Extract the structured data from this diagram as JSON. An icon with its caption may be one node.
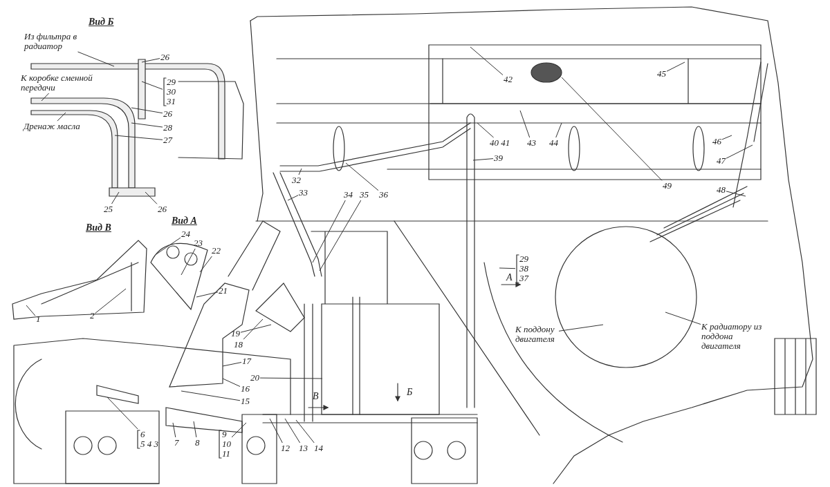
{
  "diagram": {
    "nodes": [
      {
        "text": [
          "Из фильтра в радиатор"
        ]
      },
      {
        "text": [
          "26"
        ]
      },
      {
        "text": [
          "К коробке сменной передачи"
        ]
      },
      {
        "text": [
          "29",
          "30",
          "31"
        ]
      },
      {
        "text": [
          "26"
        ]
      },
      {
        "text": [
          "Дренаж масла"
        ]
      },
      {
        "text": [
          "28"
        ]
      },
      {
        "text": [
          "27"
        ]
      },
      {
        "text": [
          "25"
        ]
      },
      {
        "text": [
          "26"
        ]
      },
      {
        "text": [
          "24"
        ]
      },
      {
        "text": [
          "23"
        ]
      },
      {
        "text": [
          "22"
        ]
      },
      {
        "text": [
          "21"
        ]
      },
      {
        "text": [
          "1"
        ]
      },
      {
        "text": [
          "2"
        ]
      },
      {
        "text": [
          "6",
          "5 4 3"
        ]
      },
      {
        "text": [
          "7"
        ]
      },
      {
        "text": [
          "8"
        ]
      },
      {
        "text": [
          "9",
          "10",
          "11"
        ]
      },
      {
        "text": [
          "12"
        ]
      },
      {
        "text": [
          "13"
        ]
      },
      {
        "text": [
          "14"
        ]
      },
      {
        "text": [
          "19"
        ]
      },
      {
        "text": [
          "18"
        ]
      },
      {
        "text": [
          "17"
        ]
      },
      {
        "text": [
          "20"
        ]
      },
      {
        "text": [
          "16"
        ]
      },
      {
        "text": [
          "15"
        ]
      },
      {
        "text": [
          "32"
        ]
      },
      {
        "text": [
          "33"
        ]
      },
      {
        "text": [
          "34"
        ]
      },
      {
        "text": [
          "35"
        ]
      },
      {
        "text": [
          "36"
        ]
      },
      {
        "text": [
          "39"
        ]
      },
      {
        "text": [
          "40 41"
        ]
      },
      {
        "text": [
          "42"
        ]
      },
      {
        "text": [
          "43"
        ]
      },
      {
        "text": [
          "44"
        ]
      },
      {
        "text": [
          "45"
        ]
      },
      {
        "text": [
          "46"
        ]
      },
      {
        "text": [
          "47"
        ]
      },
      {
        "text": [
          "48"
        ]
      },
      {
        "text": [
          "49"
        ]
      },
      {
        "text": [
          "29",
          "38",
          "37"
        ]
      },
      {
        "text": [
          "К поддону двигателя"
        ]
      },
      {
        "text": [
          "К радиатору из поддона двигателя"
        ]
      }
    ],
    "edges": [
      {
        "from": 0,
        "to": null,
        "arrow": "none"
      },
      {
        "from": 1,
        "to": null,
        "arrow": "none"
      },
      {
        "from": 2,
        "to": null,
        "arrow": "none"
      },
      {
        "from": 3,
        "to": null,
        "arrow": "none"
      },
      {
        "from": 4,
        "to": null,
        "arrow": "none"
      },
      {
        "from": 5,
        "to": null,
        "arrow": "none"
      },
      {
        "from": 6,
        "to": null,
        "arrow": "none"
      },
      {
        "from": 7,
        "to": null,
        "arrow": "none"
      },
      {
        "from": 8,
        "to": null,
        "arrow": "none"
      },
      {
        "from": 9,
        "to": null,
        "arrow": "none"
      },
      {
        "from": 10,
        "to": null,
        "arrow": "none"
      },
      {
        "from": 11,
        "to": null,
        "arrow": "none"
      },
      {
        "from": 12,
        "to": null,
        "arrow": "none"
      },
      {
        "from": 13,
        "to": null,
        "arrow": "none"
      },
      {
        "from": 14,
        "to": null,
        "arrow": "none"
      },
      {
        "from": 15,
        "to": null,
        "arrow": "none"
      },
      {
        "from": 16,
        "to": null,
        "arrow": "none"
      },
      {
        "from": 17,
        "to": null,
        "arrow": "none"
      },
      {
        "from": 18,
        "to": null,
        "arrow": "none"
      },
      {
        "from": 19,
        "to": null,
        "arrow": "none"
      },
      {
        "from": 20,
        "to": null,
        "arrow": "none"
      },
      {
        "from": 21,
        "to": null,
        "arrow": "none"
      },
      {
        "from": 22,
        "to": null,
        "arrow": "none"
      },
      {
        "from": 23,
        "to": null,
        "arrow": "none"
      },
      {
        "from": 24,
        "to": null,
        "arrow": "none"
      },
      {
        "from": 25,
        "to": null,
        "arrow": "none"
      },
      {
        "from": 26,
        "to": null,
        "arrow": "none"
      },
      {
        "from": 27,
        "to": null,
        "arrow": "none"
      },
      {
        "from": 28,
        "to": null,
        "arrow": "none"
      },
      {
        "from": 29,
        "to": null,
        "arrow": "none"
      },
      {
        "from": 30,
        "to": null,
        "arrow": "none"
      },
      {
        "from": 31,
        "to": null,
        "arrow": "none"
      },
      {
        "from": 32,
        "to": null,
        "arrow": "none"
      },
      {
        "from": 33,
        "to": null,
        "arrow": "none"
      },
      {
        "from": 34,
        "to": null,
        "arrow": "none"
      },
      {
        "from": 35,
        "to": null,
        "arrow": "none"
      },
      {
        "from": 36,
        "to": null,
        "arrow": "none"
      },
      {
        "from": 37,
        "to": null,
        "arrow": "none"
      },
      {
        "from": 38,
        "to": null,
        "arrow": "none"
      },
      {
        "from": 39,
        "to": null,
        "arrow": "none"
      },
      {
        "from": 40,
        "to": null,
        "arrow": "none"
      },
      {
        "from": 41,
        "to": null,
        "arrow": "none"
      },
      {
        "from": 42,
        "to": null,
        "arrow": "none"
      },
      {
        "from": 43,
        "to": null,
        "arrow": "none"
      },
      {
        "from": 44,
        "to": null,
        "arrow": "none"
      },
      {
        "from": 45,
        "to": null,
        "arrow": "none"
      },
      {
        "from": 46,
        "to": null,
        "arrow": "none"
      }
    ],
    "labels": [
      "Вид Б",
      "Вид В",
      "Вид А",
      "В",
      "Б",
      "А"
    ]
  }
}
